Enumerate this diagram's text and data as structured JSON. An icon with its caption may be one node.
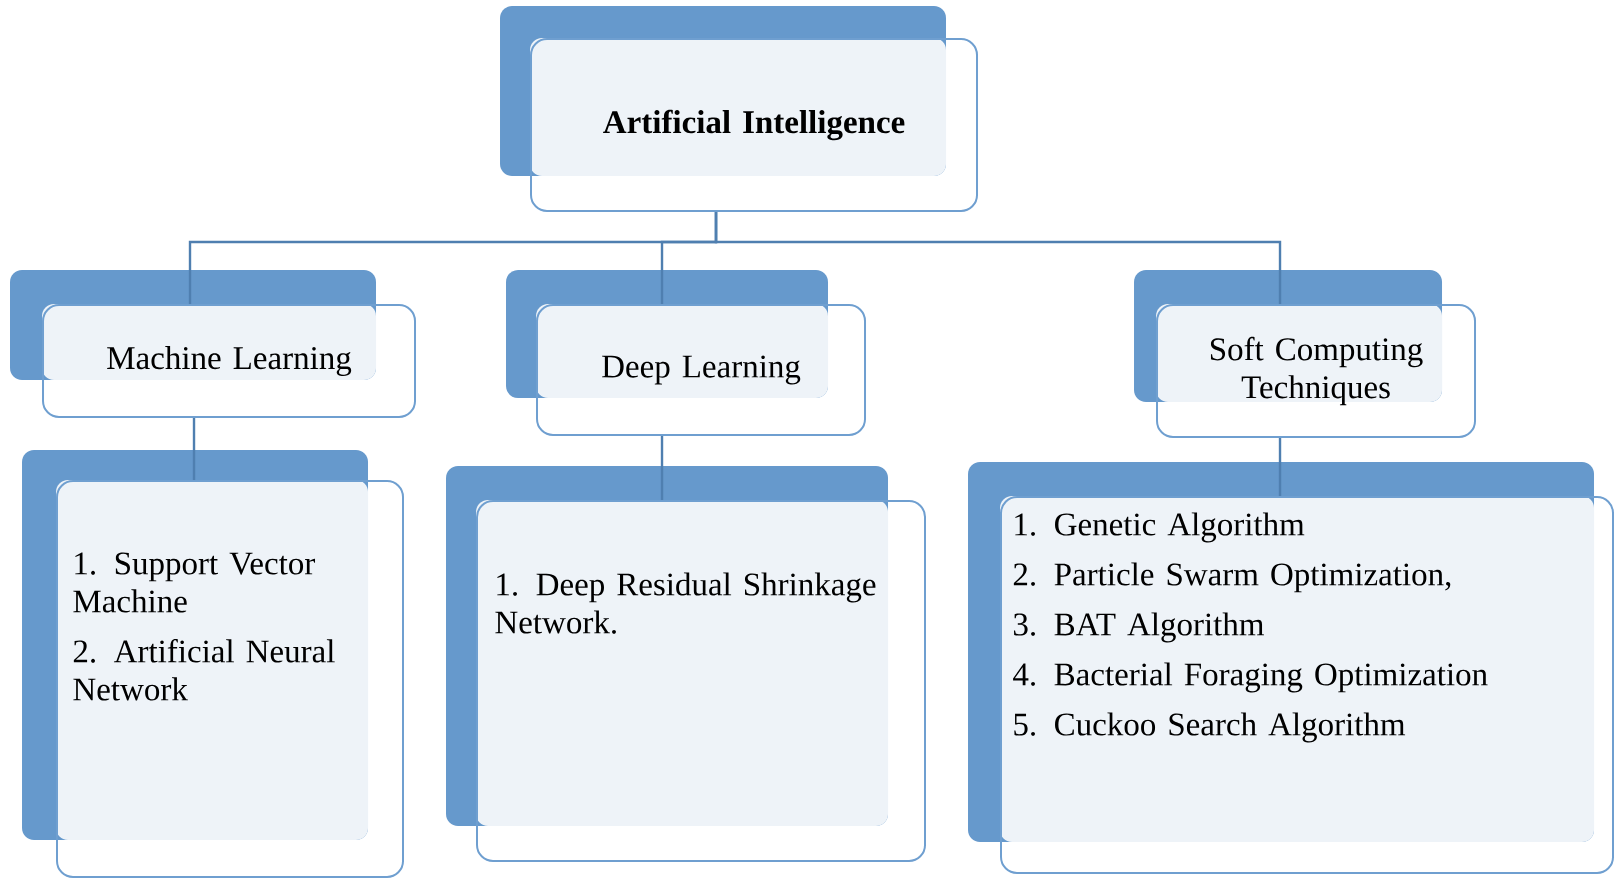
{
  "diagram": {
    "nodes": [
      {
        "text": [
          "Artificial Intelligence"
        ]
      },
      {
        "text": [
          "Machine Learning"
        ]
      },
      {
        "text": [
          "Deep Learning"
        ]
      },
      {
        "text": [
          "Soft Computing Techniques"
        ]
      },
      {
        "text": [
          "1. Support Vector Machine",
          "2. Artificial Neural Network"
        ]
      },
      {
        "text": [
          "1. Deep Residual Shrinkage Network."
        ]
      },
      {
        "text": [
          "1. Genetic Algorithm",
          "2. Particle Swarm Optimization,",
          "3. BAT Algorithm",
          "4. Bacterial Foraging Optimization",
          "5. Cuckoo Search Algorithm"
        ]
      }
    ],
    "edges": [
      {
        "from": 0,
        "to": 1,
        "arrow": "none"
      },
      {
        "from": 0,
        "to": 2,
        "arrow": "none"
      },
      {
        "from": 0,
        "to": 3,
        "arrow": "none"
      },
      {
        "from": 1,
        "to": 4,
        "arrow": "none"
      },
      {
        "from": 2,
        "to": 5,
        "arrow": "none"
      },
      {
        "from": 3,
        "to": 6,
        "arrow": "none"
      }
    ]
  }
}
